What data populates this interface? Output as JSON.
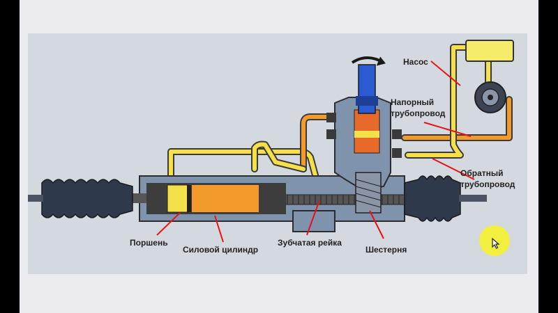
{
  "labels": {
    "pump": "Насос",
    "pressure_line": [
      "Напорный",
      "трубопровод"
    ],
    "return_line": [
      "Обратный",
      "трубопровод"
    ],
    "piston": "Поршень",
    "power_cylinder": "Силовой цилиндр",
    "rack": "Зубчатая рейка",
    "pinion": "Шестерня"
  },
  "colors": {
    "label_pointer": "#e8121a",
    "pressure_oil": "#f39a2c",
    "return_oil": "#f5e04a",
    "housing": "#7f93ad",
    "valve": "#2a5bd0",
    "cursor": "#f3ef3e"
  },
  "icons": [
    "rotation-arrow-icon",
    "cursor-pointer-icon"
  ]
}
